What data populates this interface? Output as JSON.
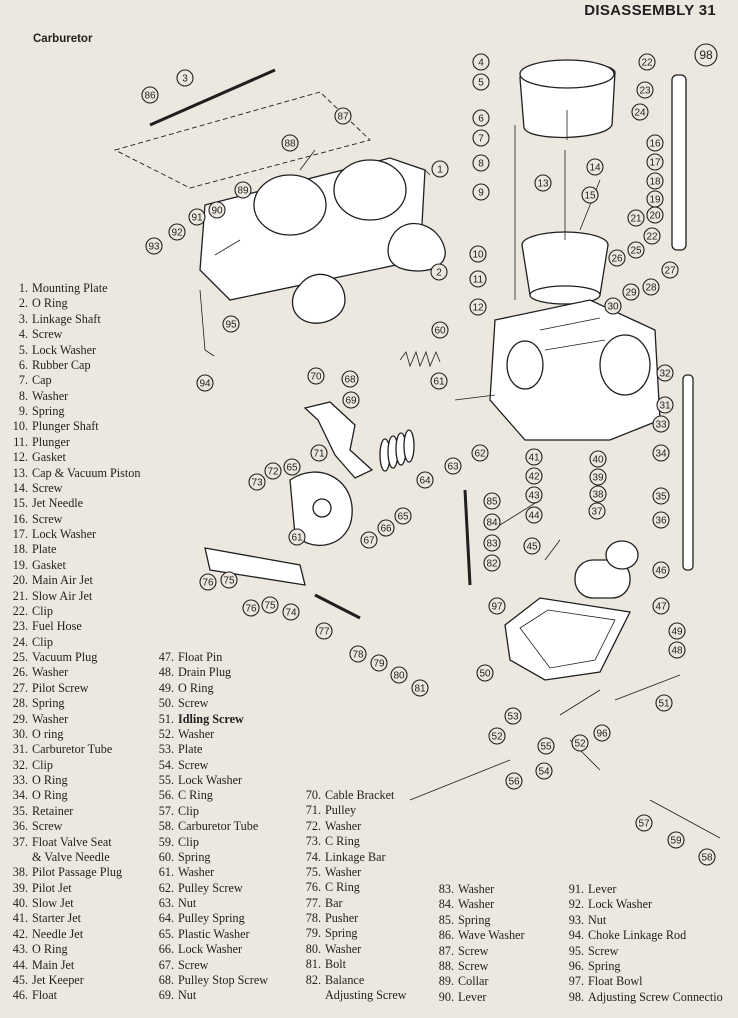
{
  "header": {
    "title": "DISASSEMBLY 31"
  },
  "section": {
    "title": "Carburetor"
  },
  "callouts": [
    "1",
    "2",
    "3",
    "4",
    "5",
    "6",
    "7",
    "8",
    "9",
    "10",
    "11",
    "12",
    "13",
    "14",
    "15",
    "16",
    "17",
    "18",
    "19",
    "20",
    "21",
    "22",
    "23",
    "24",
    "25",
    "26",
    "27",
    "28",
    "29",
    "30",
    "31",
    "32",
    "33",
    "34",
    "35",
    "36",
    "37",
    "38",
    "39",
    "40",
    "41",
    "42",
    "43",
    "44",
    "45",
    "46",
    "47",
    "48",
    "49",
    "50",
    "51",
    "52",
    "53",
    "54",
    "55",
    "56",
    "57",
    "58",
    "59",
    "60",
    "61",
    "62",
    "63",
    "64",
    "65",
    "66",
    "67",
    "68",
    "69",
    "70",
    "71",
    "72",
    "73",
    "74",
    "75",
    "76",
    "77",
    "78",
    "79",
    "80",
    "81",
    "82",
    "83",
    "84",
    "85",
    "86",
    "87",
    "88",
    "89",
    "90",
    "91",
    "92",
    "93",
    "94",
    "95",
    "96",
    "97",
    "98"
  ],
  "parts_col1": [
    {
      "num": "1.",
      "name": "Mounting Plate"
    },
    {
      "num": "2.",
      "name": "O Ring"
    },
    {
      "num": "3.",
      "name": "Linkage Shaft"
    },
    {
      "num": "4.",
      "name": "Screw"
    },
    {
      "num": "5.",
      "name": "Lock Washer"
    },
    {
      "num": "6.",
      "name": "Rubber Cap"
    },
    {
      "num": "7.",
      "name": "Cap"
    },
    {
      "num": "8.",
      "name": "Washer"
    },
    {
      "num": "9.",
      "name": "Spring"
    },
    {
      "num": "10.",
      "name": "Plunger Shaft"
    },
    {
      "num": "11.",
      "name": "Plunger"
    },
    {
      "num": "12.",
      "name": "Gasket"
    },
    {
      "num": "13.",
      "name": "Cap & Vacuum Piston"
    },
    {
      "num": "14.",
      "name": "Screw"
    },
    {
      "num": "15.",
      "name": "Jet Needle"
    },
    {
      "num": "16.",
      "name": "Screw"
    },
    {
      "num": "17.",
      "name": "Lock Washer"
    },
    {
      "num": "18.",
      "name": "Plate"
    },
    {
      "num": "19.",
      "name": "Gasket"
    },
    {
      "num": "20.",
      "name": "Main Air Jet"
    },
    {
      "num": "21.",
      "name": "Slow Air Jet"
    },
    {
      "num": "22.",
      "name": "Clip"
    },
    {
      "num": "23.",
      "name": "Fuel Hose"
    },
    {
      "num": "24.",
      "name": "Clip"
    },
    {
      "num": "25.",
      "name": "Vacuum Plug"
    },
    {
      "num": "26.",
      "name": "Washer"
    },
    {
      "num": "27.",
      "name": "Pilot Screw"
    },
    {
      "num": "28.",
      "name": "Spring"
    },
    {
      "num": "29.",
      "name": "Washer"
    },
    {
      "num": "30.",
      "name": "O ring"
    },
    {
      "num": "31.",
      "name": "Carburetor Tube"
    },
    {
      "num": "32.",
      "name": "Clip"
    },
    {
      "num": "33.",
      "name": "O Ring"
    },
    {
      "num": "34.",
      "name": "O Ring"
    },
    {
      "num": "35.",
      "name": "Retainer"
    },
    {
      "num": "36.",
      "name": "Screw"
    },
    {
      "num": "37.",
      "name": "Float Valve Seat"
    },
    {
      "num": "",
      "name": "& Valve Needle"
    },
    {
      "num": "38.",
      "name": "Pilot Passage Plug"
    },
    {
      "num": "39.",
      "name": "Pilot Jet"
    },
    {
      "num": "40.",
      "name": "Slow Jet"
    },
    {
      "num": "41.",
      "name": "Starter Jet"
    },
    {
      "num": "42.",
      "name": "Needle Jet"
    },
    {
      "num": "43.",
      "name": "O Ring"
    },
    {
      "num": "44.",
      "name": "Main Jet"
    },
    {
      "num": "45.",
      "name": "Jet Keeper"
    },
    {
      "num": "46.",
      "name": "Float"
    }
  ],
  "parts_col2": [
    {
      "num": "47.",
      "name": "Float Pin"
    },
    {
      "num": "48.",
      "name": "Drain Plug"
    },
    {
      "num": "49.",
      "name": "O Ring"
    },
    {
      "num": "50.",
      "name": "Screw"
    },
    {
      "num": "51.",
      "name": "Idling Screw"
    },
    {
      "num": "52.",
      "name": "Washer"
    },
    {
      "num": "53.",
      "name": "Plate"
    },
    {
      "num": "54.",
      "name": "Screw"
    },
    {
      "num": "55.",
      "name": "Lock Washer"
    },
    {
      "num": "56.",
      "name": "C Ring"
    },
    {
      "num": "57.",
      "name": "Clip"
    },
    {
      "num": "58.",
      "name": "Carburetor Tube"
    },
    {
      "num": "59.",
      "name": "Clip"
    },
    {
      "num": "60.",
      "name": "Spring"
    },
    {
      "num": "61.",
      "name": "Washer"
    },
    {
      "num": "62.",
      "name": "Pulley Screw"
    },
    {
      "num": "63.",
      "name": "Nut"
    },
    {
      "num": "64.",
      "name": "Pulley Spring"
    },
    {
      "num": "65.",
      "name": "Plastic Washer"
    },
    {
      "num": "66.",
      "name": "Lock Washer"
    },
    {
      "num": "67.",
      "name": "Screw"
    },
    {
      "num": "68.",
      "name": "Pulley Stop Screw"
    },
    {
      "num": "69.",
      "name": "Nut"
    }
  ],
  "parts_col3": [
    {
      "num": "70.",
      "name": "Cable Bracket"
    },
    {
      "num": "71.",
      "name": "Pulley"
    },
    {
      "num": "72.",
      "name": "Washer"
    },
    {
      "num": "73.",
      "name": "C Ring"
    },
    {
      "num": "74.",
      "name": "Linkage Bar"
    },
    {
      "num": "75.",
      "name": "Washer"
    },
    {
      "num": "76.",
      "name": "C Ring"
    },
    {
      "num": "77.",
      "name": "Bar"
    },
    {
      "num": "78.",
      "name": "Pusher"
    },
    {
      "num": "79.",
      "name": "Spring"
    },
    {
      "num": "80.",
      "name": "Washer"
    },
    {
      "num": "81.",
      "name": "Bolt"
    },
    {
      "num": "82.",
      "name": "Balance"
    },
    {
      "num": "",
      "name": "Adjusting Screw"
    }
  ],
  "parts_col4": [
    {
      "num": "83.",
      "name": "Washer"
    },
    {
      "num": "84.",
      "name": "Washer"
    },
    {
      "num": "85.",
      "name": "Spring"
    },
    {
      "num": "86.",
      "name": "Wave Washer"
    },
    {
      "num": "87.",
      "name": "Screw"
    },
    {
      "num": "88.",
      "name": "Screw"
    },
    {
      "num": "89.",
      "name": "Collar"
    },
    {
      "num": "90.",
      "name": "Lever"
    }
  ],
  "parts_col5": [
    {
      "num": "91.",
      "name": "Lever"
    },
    {
      "num": "92.",
      "name": "Lock Washer"
    },
    {
      "num": "93.",
      "name": "Nut"
    },
    {
      "num": "94.",
      "name": "Choke  Linkage  Rod"
    },
    {
      "num": "95.",
      "name": "Screw"
    },
    {
      "num": "96.",
      "name": "Spring"
    },
    {
      "num": "97.",
      "name": "Float Bowl"
    },
    {
      "num": "98.",
      "name": "Adjusting Screw Connectio"
    }
  ]
}
